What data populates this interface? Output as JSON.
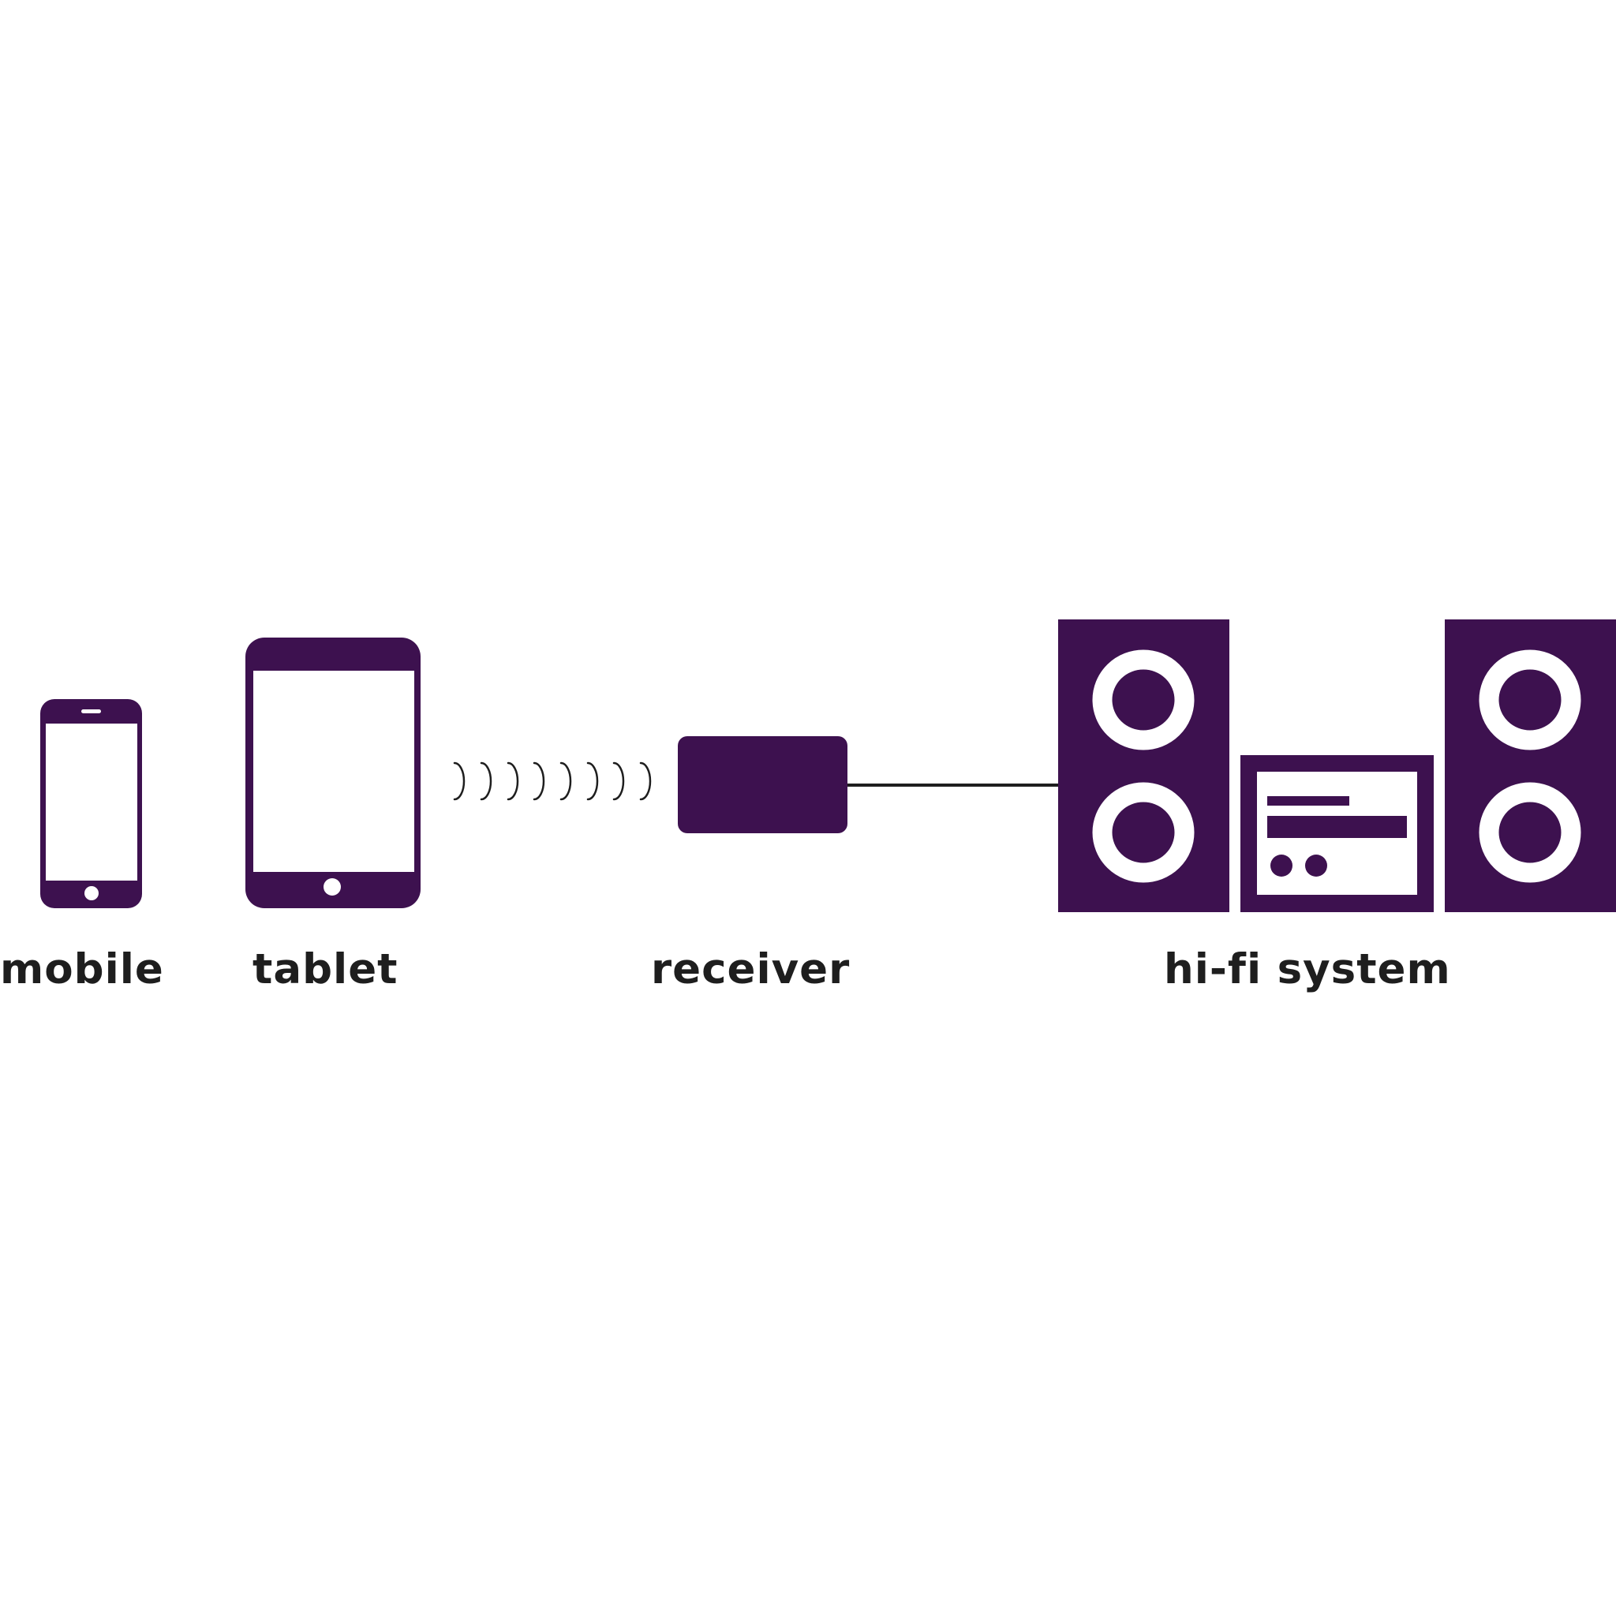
{
  "labels": {
    "mobile": "mobile",
    "tablet": "tablet",
    "receiver": "receiver",
    "hifi": "hi-fi system"
  },
  "colors": {
    "device_fill": "#3d114f",
    "screen_fill": "#ffffff",
    "line": "#1e1e1e",
    "label_text": "#1e1e1e",
    "background": "#ffffff"
  },
  "icons": {
    "mobile": "smartphone-icon",
    "tablet": "tablet-icon",
    "signal": "wireless-signal-icon",
    "receiver": "receiver-box-icon",
    "hifi": "stereo-system-icon"
  }
}
